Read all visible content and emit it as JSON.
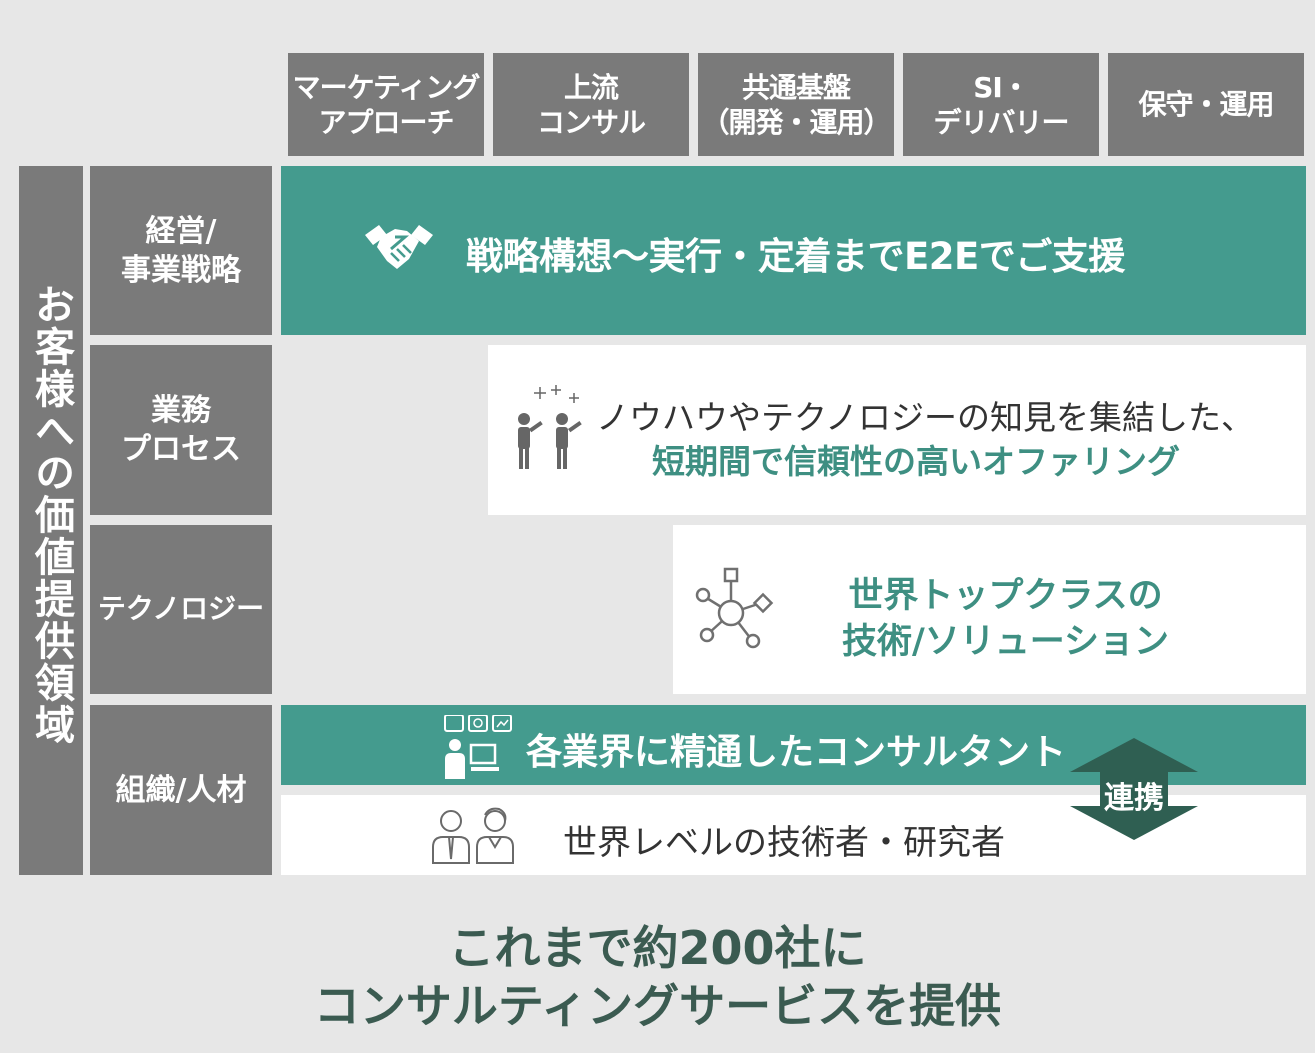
{
  "colors": {
    "background": "#e7e7e7",
    "header_gray": "#7a7a7a",
    "teal": "#449b8e",
    "teal_text": "#3e8f82",
    "dark_arrow": "#2f5f52",
    "bottom_text": "#3b5b51"
  },
  "columns": [
    "マーケティング\nアプローチ",
    "上流\nコンサル",
    "共通基盤\n（開発・運用）",
    "SI・\nデリバリー",
    "保守・運用"
  ],
  "side_label": "お客様への価値提供領域",
  "rows": [
    "経営/\n事業戦略",
    "業務\nプロセス",
    "テクノロジー",
    "組織/人材"
  ],
  "bands": {
    "strategy": {
      "text": "戦略構想～実行・定着までE2Eでご支援",
      "icon": "handshake-icon"
    },
    "process": {
      "line1": "ノウハウやテクノロジーの知見を集結した、",
      "line2": "短期間で信頼性の高いオファリング",
      "icon": "people-idea-icon"
    },
    "technology": {
      "line1": "世界トップクラスの",
      "line2": "技術/ソリューション",
      "icon": "network-icon"
    },
    "consultant": {
      "text": "各業界に精通したコンサルタント",
      "icon": "presenter-icon"
    },
    "researcher": {
      "text": "世界レベルの技術者・研究者",
      "icon": "researchers-icon"
    },
    "link": {
      "text": "連携",
      "icon": "double-arrow-icon"
    }
  },
  "bottom_message": {
    "line1": "これまで約200社に",
    "line2": "コンサルティングサービスを提供"
  }
}
